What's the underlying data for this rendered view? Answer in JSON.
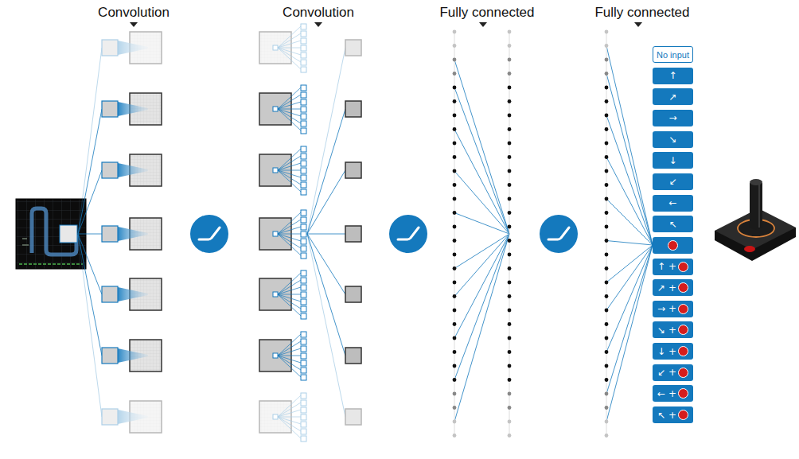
{
  "diagram": {
    "nodes": [
      {
        "text": [
          "No input"
        ]
      },
      {
        "text": [
          "↑"
        ]
      },
      {
        "text": [
          "↗"
        ]
      },
      {
        "text": [
          "→"
        ]
      },
      {
        "text": [
          "↘"
        ]
      },
      {
        "text": [
          "↓"
        ]
      },
      {
        "text": [
          "↙"
        ]
      },
      {
        "text": [
          "←"
        ]
      },
      {
        "text": [
          "↖"
        ]
      },
      {
        "text": [
          "↑ +"
        ]
      },
      {
        "text": [
          "↗ +"
        ]
      },
      {
        "text": [
          "→ +"
        ]
      },
      {
        "text": [
          "↘ +"
        ]
      },
      {
        "text": [
          "↓ +"
        ]
      },
      {
        "text": [
          "↙ +"
        ]
      },
      {
        "text": [
          "← +"
        ]
      },
      {
        "text": [
          "↖ +"
        ]
      }
    ],
    "labels": [
      "Convolution",
      "Convolution",
      "Fully connected",
      "Fully connected"
    ]
  }
}
